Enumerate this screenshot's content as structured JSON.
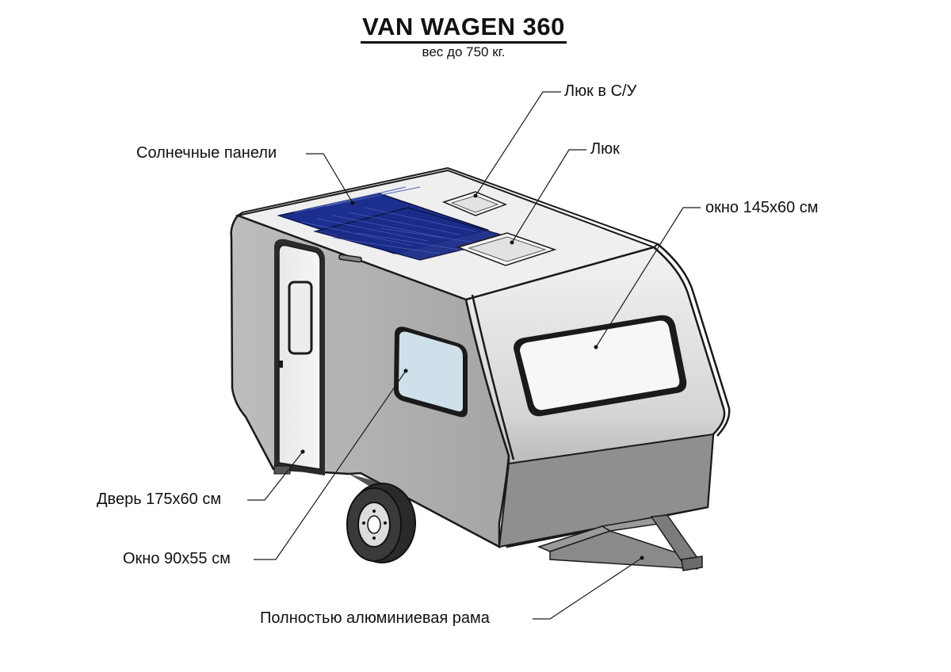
{
  "title": "VAN WAGEN 360",
  "subtitle": "вес до 750 кг.",
  "callouts": {
    "hatch_bathroom": "Люк в С/У",
    "hatch": "Люк",
    "solar_panels": "Солнечные панели",
    "rear_window": "окно 145х60 см",
    "door": "Дверь 175х60 см",
    "side_window": "Окно 90х55 см",
    "frame": "Полностью алюминиевая рама"
  },
  "colors": {
    "body": "#a9a9a9",
    "body_light": "#e6e6e6",
    "roof": "#ededed",
    "solar": "#1c2f8f",
    "window_glass": "#cfe0ea",
    "outline": "#1a1a1a"
  }
}
